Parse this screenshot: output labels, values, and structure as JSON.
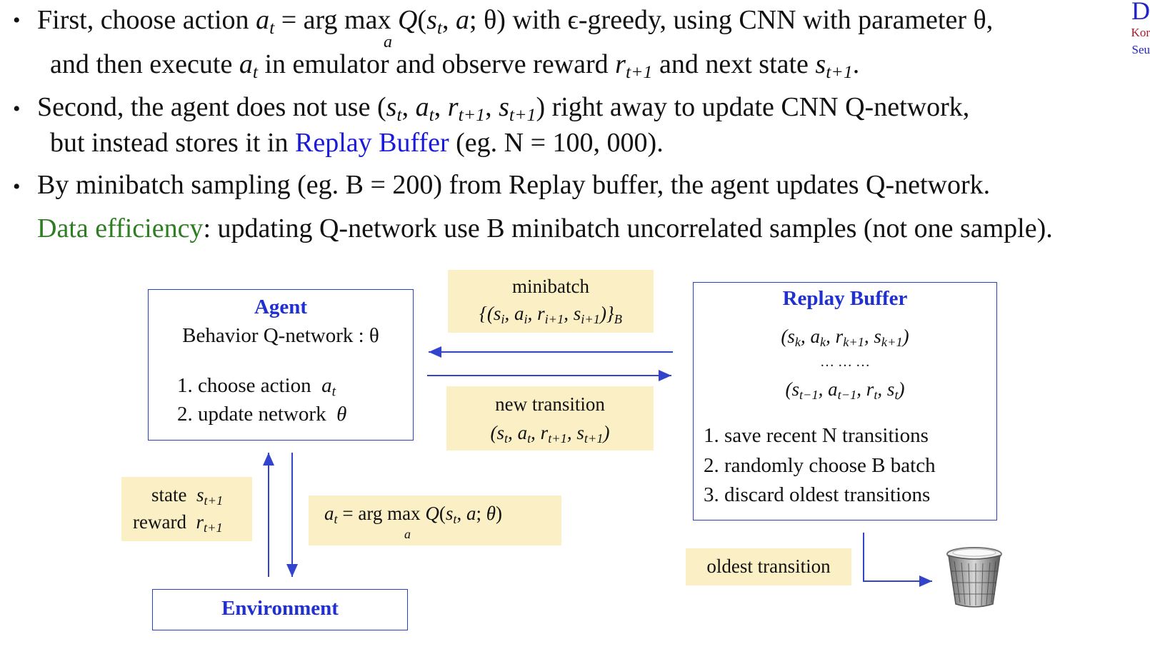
{
  "corner": {
    "letter": "D",
    "line1": "Kor",
    "line2": "Seu"
  },
  "bullets": {
    "b1_part1": "First, choose action",
    "b1_eq": "= arg max",
    "b1_under": "a",
    "b1_q": "Q(s",
    "b1_rest": "; θ) with ϵ-greedy, using CNN with parameter θ,",
    "b1_line2_a": "and then execute",
    "b1_line2_b": "in emulator and observe reward",
    "b1_line2_c": "and next state",
    "b2_part1": "Second, the agent does not use",
    "b2_tuple": "(s_t, a_t, r_t+1, s_t+1)",
    "b2_rest": "right away to update CNN Q-network,",
    "b2_line2_a": "but instead stores it in",
    "b2_line2_link": "Replay Buffer",
    "b2_line2_b": "(eg. N = 100, 000).",
    "b3_text": "By minibatch sampling (eg. B = 200) from Replay buffer, the agent updates Q-network.",
    "b3_green": "Data efficiency",
    "b3_rest": ": updating Q-network use B minibatch uncorrelated samples (not one sample)."
  },
  "diagram": {
    "agent_title": "Agent",
    "agent_sub": "Behavior Q-network : θ",
    "agent_step1": "1. choose action",
    "agent_step2": "2. update network",
    "env_title": "Environment",
    "replay_title": "Replay Buffer",
    "replay_t1": "(s_k, a_k, r_k+1, s_k+1)",
    "replay_dots": "… … …",
    "replay_t2": "(s_t−1, a_t−1, r_t, s_t)",
    "replay_step1": "1. save recent N transitions",
    "replay_step2": "2. randomly choose B batch",
    "replay_step3": "3. discard oldest transitions",
    "minibatch_label": "minibatch",
    "minibatch_formula": "{(s_i, a_i, r_i+1, s_i+1)}_B",
    "newtrans_label": "new transition",
    "newtrans_formula": "(s_t, a_t, r_t+1, s_t+1)",
    "state_label": "state",
    "reward_label": "reward",
    "action_formula": "a_t = arg max Q(s_t, a; θ)",
    "action_under": "a",
    "oldest_label": "oldest transition"
  },
  "colors": {
    "accent_blue": "#1f2fd0",
    "note_bg": "#fbefc6",
    "green": "#2e7d22",
    "arrow": "#3344cc"
  },
  "icons": {
    "trash": "trash-can-icon"
  }
}
